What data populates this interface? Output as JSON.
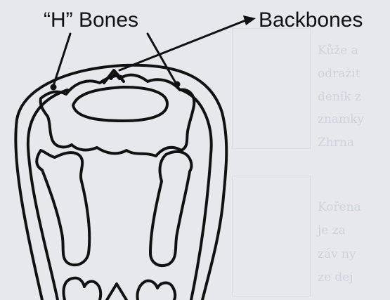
{
  "labels": {
    "h_bones": "“H” Bones",
    "backbones": "Backbones"
  },
  "bleed_through_text": [
    "Kůže a",
    "odražit",
    "deník z",
    "znamky",
    "Zhrna",
    "Kořena",
    "je za",
    "záv ny",
    "ze dej"
  ],
  "colors": {
    "background": "#e6e8eb",
    "ink": "#111111",
    "bleed_text": "#b7c2d2"
  }
}
